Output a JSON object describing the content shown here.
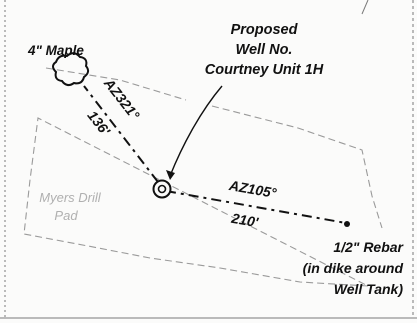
{
  "labels": {
    "proposed_well_line1": "Proposed",
    "proposed_well_line2": "Well No.",
    "proposed_well_line3": "Courtney Unit 1H",
    "maple": "4\" Maple",
    "az_maple": "AZ321°",
    "dist_maple": "136'",
    "az_rebar": "AZ105°",
    "dist_rebar": "210'",
    "pad_line1": "Myers Drill",
    "pad_line2": "Pad",
    "rebar_line1": "1/2\" Rebar",
    "rebar_line2": "(in dike around",
    "rebar_line3": "Well Tank)"
  },
  "colors": {
    "ink": "#111111",
    "pad_text": "#b0b0b0",
    "pad_outline": "#9a9a9a",
    "frame": "#7a7a7a"
  }
}
